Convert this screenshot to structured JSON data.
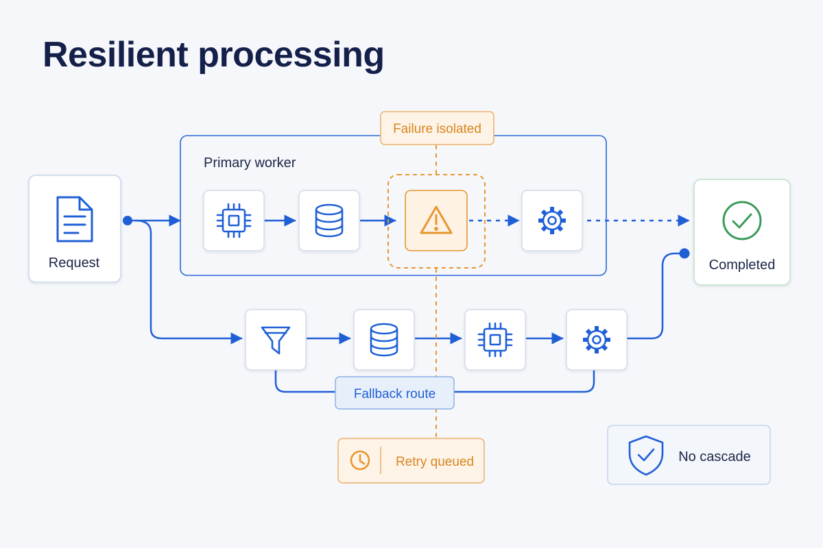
{
  "title": "Resilient processing",
  "labels": {
    "request": "Request",
    "completed": "Completed",
    "primary_worker": "Primary worker",
    "failure_isolated": "Failure isolated",
    "fallback_route": "Fallback route",
    "retry_queued": "Retry queued",
    "no_cascade": "No cascade"
  },
  "primary_steps": [
    "chip-icon",
    "database-icon",
    "warning-icon",
    "gear-icon"
  ],
  "fallback_steps": [
    "filter-icon",
    "database-icon",
    "chip-icon",
    "gear-icon"
  ],
  "colors": {
    "blue": "#1f5fd6",
    "orange": "#e8962e",
    "green": "#3a9a5b",
    "title": "#14204a",
    "text": "#1c2545"
  }
}
